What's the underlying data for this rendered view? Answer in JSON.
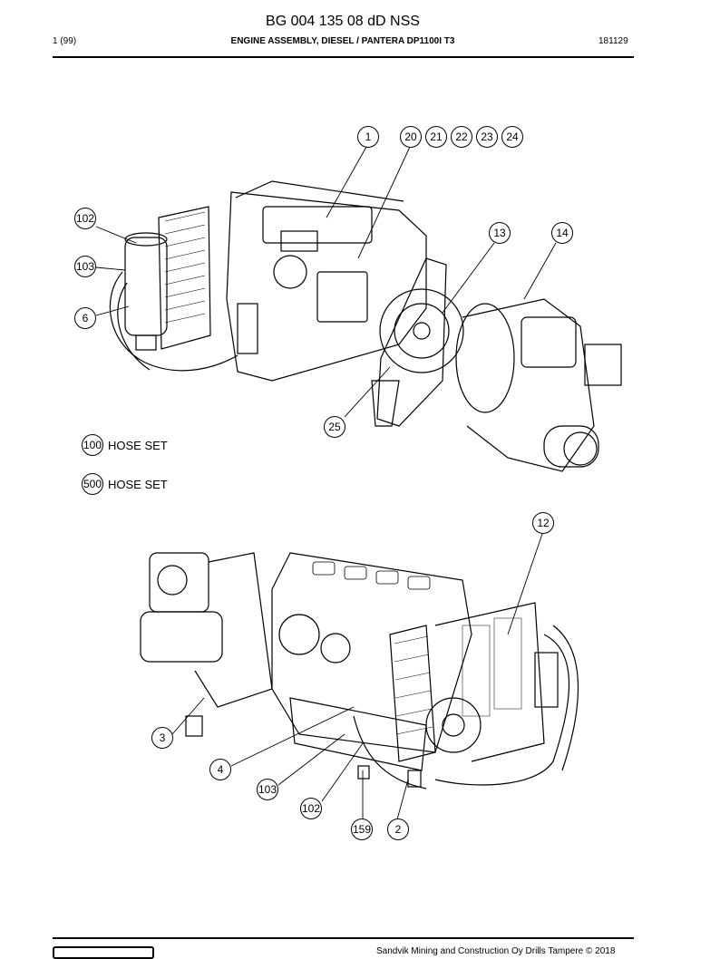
{
  "header": {
    "title": "BG 004 135 08 dD NSS",
    "page": "1 (99)",
    "subtitle": "ENGINE ASSEMBLY, DIESEL / PANTERA DP1100I T3",
    "date": "181129"
  },
  "callouts_top": [
    "1",
    "20",
    "21",
    "22",
    "23",
    "24",
    "102",
    "103",
    "6",
    "13",
    "14",
    "25"
  ],
  "callouts_bottom": [
    "12",
    "3",
    "4",
    "103",
    "102",
    "159",
    "2"
  ],
  "kits": [
    {
      "number": "100",
      "label": "HOSE SET"
    },
    {
      "number": "500",
      "label": "HOSE SET"
    }
  ],
  "footer": {
    "copyright": "Sandvik Mining and Construction Oy Drills Tampere © 2018"
  }
}
